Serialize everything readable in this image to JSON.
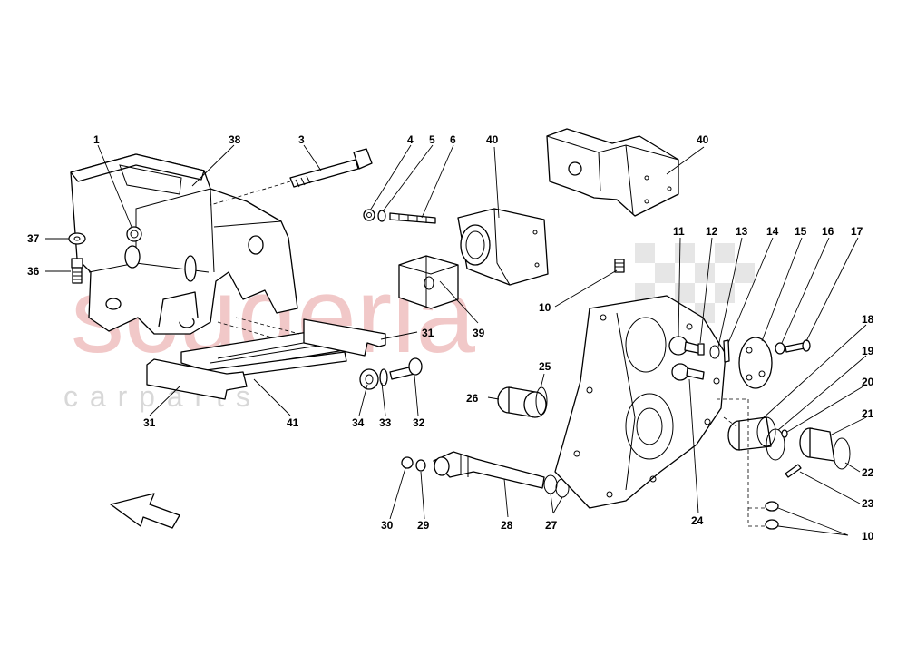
{
  "watermark": {
    "brand": "scuderia",
    "tagline": "c a r   p a r t s"
  },
  "callouts": [
    "1",
    "38",
    "3",
    "4",
    "5",
    "6",
    "40",
    "40",
    "37",
    "36",
    "10",
    "39",
    "31",
    "31",
    "41",
    "34",
    "33",
    "32",
    "11",
    "12",
    "13",
    "14",
    "15",
    "16",
    "17",
    "18",
    "19",
    "20",
    "21",
    "22",
    "23",
    "10",
    "24",
    "25",
    "26",
    "30",
    "29",
    "28",
    "27"
  ]
}
